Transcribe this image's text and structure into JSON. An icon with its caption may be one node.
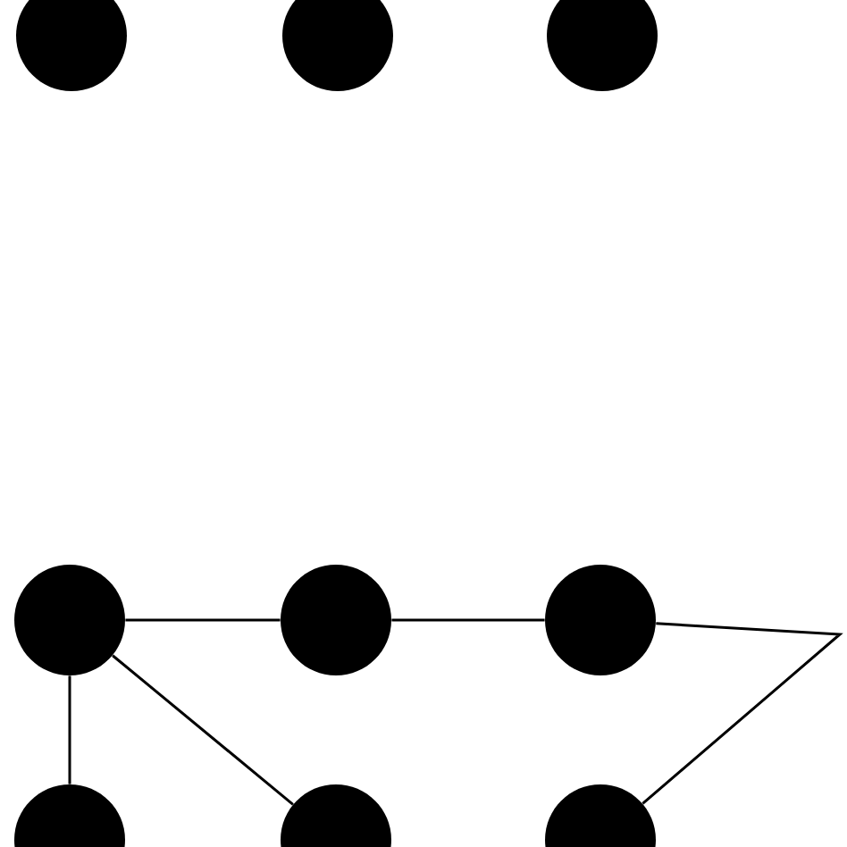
{
  "diagram": {
    "nodes": [
      {
        "text": [],
        "shape": "circle"
      },
      {
        "text": [],
        "shape": "circle"
      },
      {
        "text": [],
        "shape": "circle"
      },
      {
        "text": [],
        "shape": "circle"
      },
      {
        "text": [],
        "shape": "circle"
      },
      {
        "text": [],
        "shape": "circle"
      },
      {
        "text": [],
        "shape": "circle"
      },
      {
        "text": [],
        "shape": "circle"
      },
      {
        "text": [],
        "shape": "circle"
      }
    ],
    "edges": [
      {
        "from": 3,
        "to": 4,
        "arrow": "none"
      },
      {
        "from": 4,
        "to": 5,
        "arrow": "none"
      },
      {
        "from": 5,
        "to": 8,
        "arrow": "none"
      },
      {
        "from": 3,
        "to": 6,
        "arrow": "none"
      },
      {
        "from": 3,
        "to": 7,
        "arrow": "none"
      }
    ]
  }
}
